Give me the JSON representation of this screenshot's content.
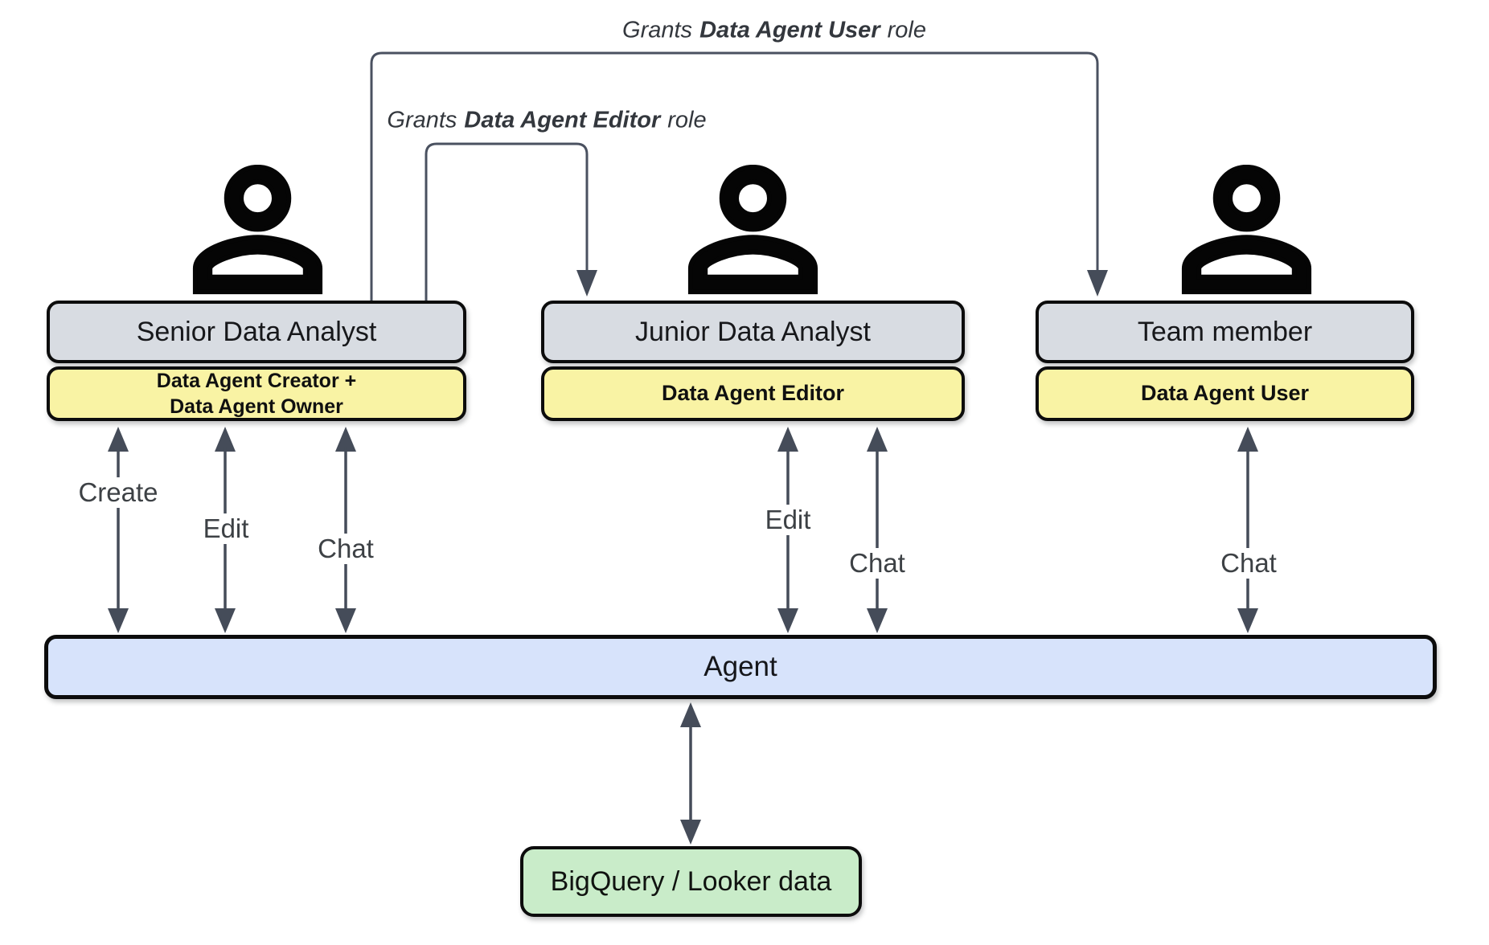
{
  "grant_labels": {
    "user": {
      "prefix": "Grants",
      "bold": "Data Agent User",
      "suffix": "role"
    },
    "editor": {
      "prefix": "Grants",
      "bold": "Data Agent Editor",
      "suffix": "role"
    }
  },
  "roles": [
    {
      "title": "Senior Data Analyst",
      "badge_line1": "Data Agent Creator +",
      "badge_line2": "Data Agent Owner",
      "actions": [
        "Create",
        "Edit",
        "Chat"
      ]
    },
    {
      "title": "Junior Data Analyst",
      "badge": "Data Agent Editor",
      "actions": [
        "Edit",
        "Chat"
      ]
    },
    {
      "title": "Team member",
      "badge": "Data Agent User",
      "actions": [
        "Chat"
      ]
    }
  ],
  "agent_label": "Agent",
  "datasource_label": "BigQuery / Looker data",
  "colors": {
    "role_box_gray": "#d8dce2",
    "badge_yellow": "#f9f3a4",
    "agent_blue": "#d7e3fb",
    "datasource_green": "#c9ecc9",
    "arrow_slate": "#454c59",
    "border_black": "#0c0c0c"
  }
}
